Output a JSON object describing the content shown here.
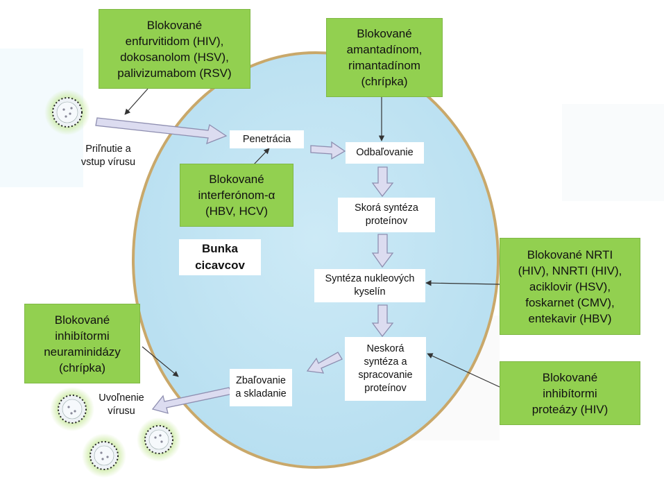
{
  "inhibitors": {
    "entry": [
      "Blokované",
      "enfurvitidom (HIV),",
      "dokosanolom (HSV),",
      "palivizumabom (RSV)"
    ],
    "uncoating": [
      "Blokované",
      "amantadínom,",
      "rimantadínom",
      "(chrípka)"
    ],
    "interferon": [
      "Blokované",
      "interferónom-α",
      "(HBV, HCV)"
    ],
    "nucleic": [
      "Blokované NRTI",
      "(HIV), NNRTI (HIV),",
      "aciklovir (HSV),",
      "foskarnet (CMV),",
      "entekavir (HBV)"
    ],
    "neuraminidase": [
      "Blokované",
      "inhibítormi",
      "neuraminidázy",
      "(chrípka)"
    ],
    "protease": [
      "Blokované",
      "inhibítormi",
      "proteázy (HIV)"
    ]
  },
  "steps": {
    "attachment": [
      "Priľnutie a",
      "vstup vírusu"
    ],
    "penetration": [
      "Penetrácia"
    ],
    "uncoating": [
      "Odbaľovanie"
    ],
    "early_protein": [
      "Skorá syntéza",
      "proteínov"
    ],
    "nucleic_synthesis": [
      "Syntéza nukleových",
      "kyselín"
    ],
    "late_protein": [
      "Neskorá",
      "syntéza a",
      "spracovanie",
      "proteínov"
    ],
    "assembly": [
      "Zbaľovanie",
      "a skladanie"
    ],
    "release": [
      "Uvoľnenie",
      "vírusu"
    ]
  },
  "cell_label": [
    "Bunka",
    "cicavcov"
  ],
  "colors": {
    "cell_fill": "#bfe4f2",
    "cell_stroke": "#c9a86a",
    "inhibitor_fill": "#92d050",
    "process_arrow": "#dcdcf0",
    "virus_halo": "#c7e89a"
  }
}
